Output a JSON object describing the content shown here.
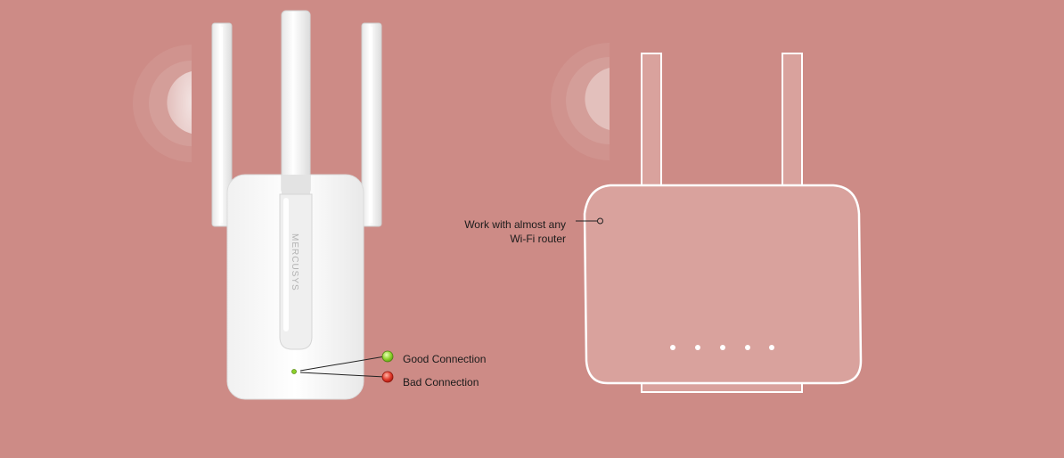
{
  "extender": {
    "brand": "MERCUSYS"
  },
  "legend": {
    "good": {
      "label": "Good Connection",
      "color": "#8bd12a"
    },
    "bad": {
      "label": "Bad Connection",
      "color": "#e0382a"
    }
  },
  "router": {
    "caption": "Work with almost any Wi-Fi router"
  },
  "colors": {
    "background": "#cd8b86",
    "router_fill": "#d9a29d",
    "router_outline": "#ffffff"
  }
}
